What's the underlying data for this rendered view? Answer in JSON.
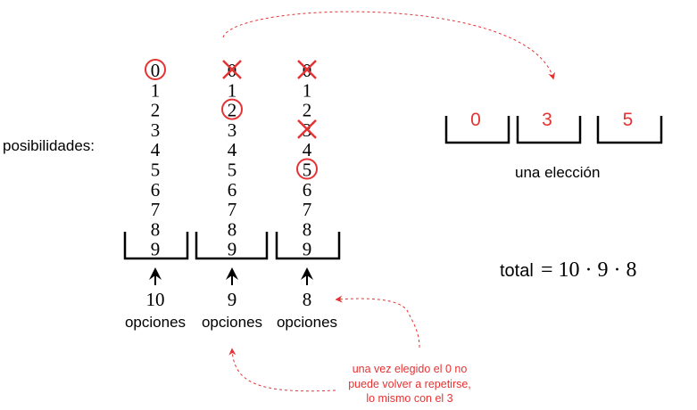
{
  "labels": {
    "posibilidades": "posibilidades:",
    "una_eleccion": "una elección",
    "total_word": "total",
    "total_expr": "= 10 · 9 · 8"
  },
  "columns": [
    {
      "digits": [
        "0",
        "1",
        "2",
        "3",
        "4",
        "5",
        "6",
        "7",
        "8",
        "9"
      ],
      "circled": "0",
      "crossed": [],
      "count": "10",
      "caption": "opciones"
    },
    {
      "digits": [
        "0",
        "1",
        "2",
        "3",
        "4",
        "5",
        "6",
        "7",
        "8",
        "9"
      ],
      "circled": "2",
      "crossed": [
        "0"
      ],
      "count": "9",
      "caption": "opciones"
    },
    {
      "digits": [
        "0",
        "1",
        "2",
        "3",
        "4",
        "5",
        "6",
        "7",
        "8",
        "9"
      ],
      "circled": "5",
      "crossed": [
        "0",
        "3"
      ],
      "count": "8",
      "caption": "opciones"
    }
  ],
  "choice_slots": [
    "0",
    "3",
    "5"
  ],
  "annotation": [
    "una vez elegido el 0 no",
    "puede volver a repetirse,",
    "lo mismo con el 3"
  ],
  "colors": {
    "accent": "#e53333",
    "ink": "#000000"
  }
}
